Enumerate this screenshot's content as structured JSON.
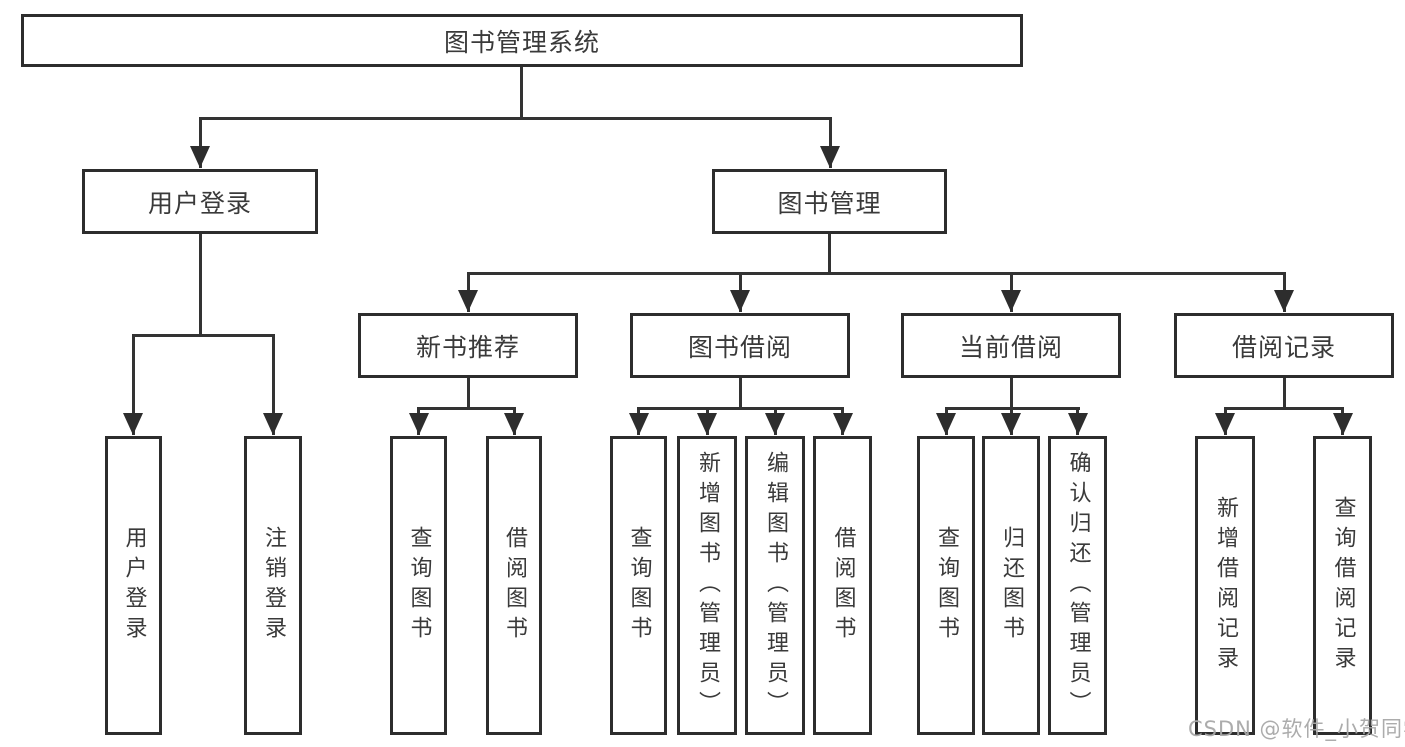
{
  "diagram": {
    "title_node": {
      "label": "图书管理系统"
    },
    "level2": [
      {
        "label": "用户登录"
      },
      {
        "label": "图书管理"
      }
    ],
    "level3": [
      {
        "label": "新书推荐"
      },
      {
        "label": "图书借阅"
      },
      {
        "label": "当前借阅"
      },
      {
        "label": "借阅记录"
      }
    ],
    "leaves": [
      {
        "label": "用户登录"
      },
      {
        "label": "注销登录"
      },
      {
        "label": "查询图书"
      },
      {
        "label": "借阅图书"
      },
      {
        "label": "查询图书"
      },
      {
        "label": "新增图书（管理员）"
      },
      {
        "label": "编辑图书（管理员）"
      },
      {
        "label": "借阅图书"
      },
      {
        "label": "查询图书"
      },
      {
        "label": "归还图书"
      },
      {
        "label": "确认归还（管理员）"
      },
      {
        "label": "新增借阅记录"
      },
      {
        "label": "查询借阅记录"
      }
    ],
    "watermark": "CSDN @软件_小贺同学",
    "colors": {
      "line": "#333333",
      "border": "#2d2d2d",
      "text": "#3a3a3a",
      "watermark": "#a8a8a8",
      "background": "#ffffff"
    }
  }
}
